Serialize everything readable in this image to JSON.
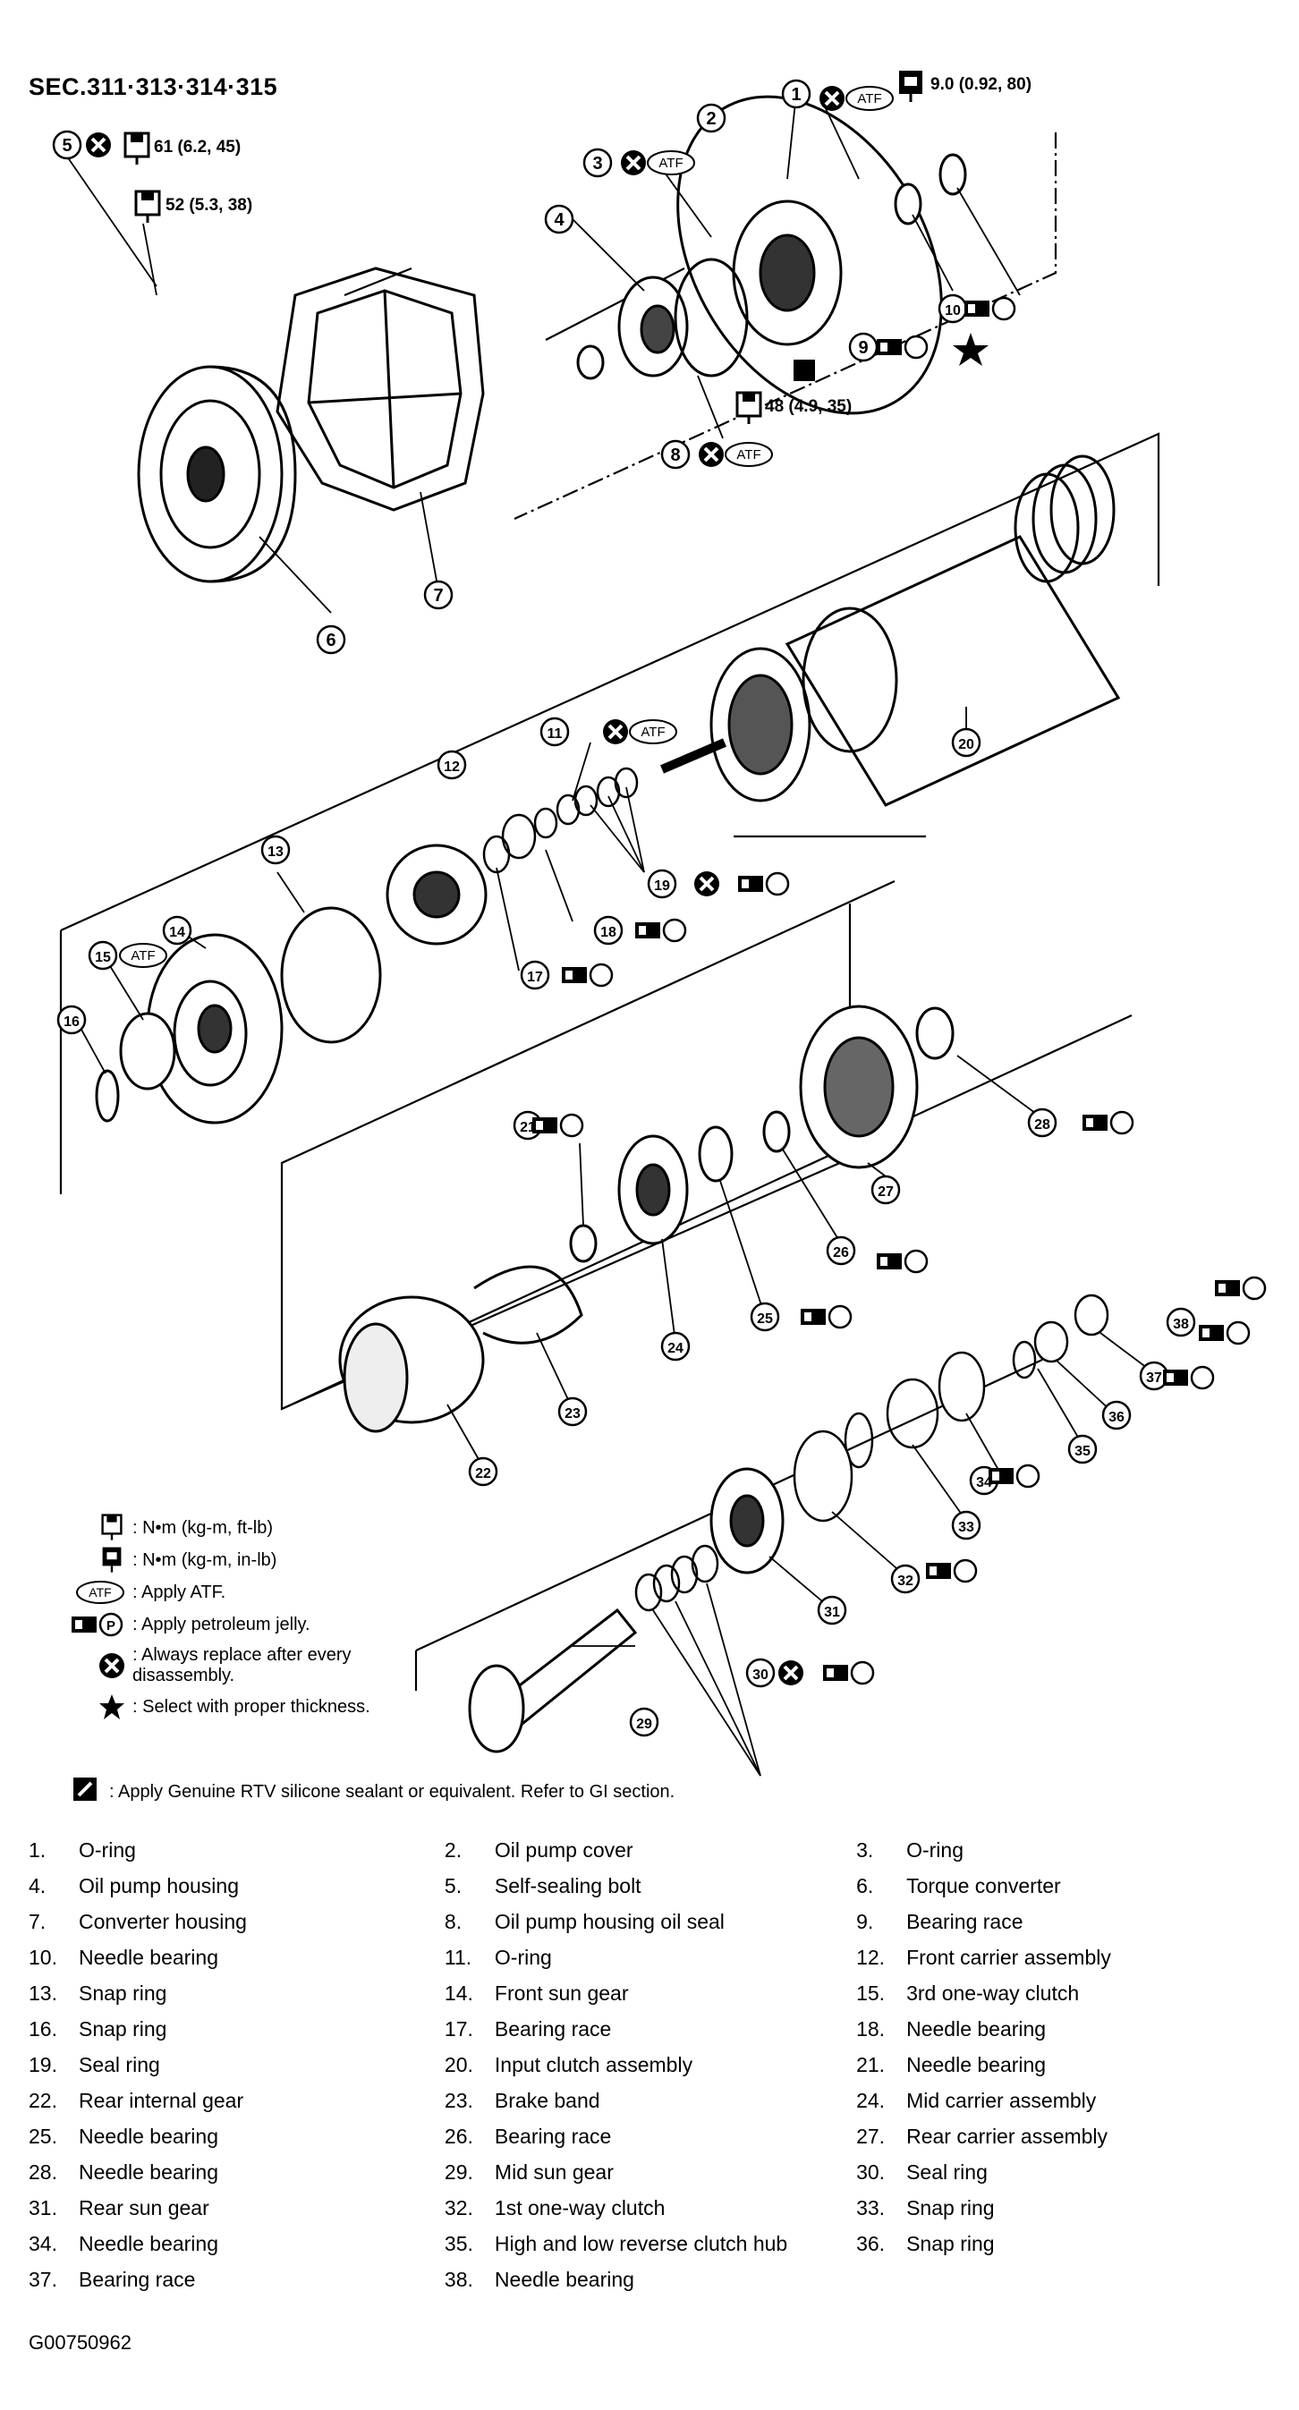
{
  "section_title": "SEC.311·313·314·315",
  "callouts": {
    "c1_torque": "9.0 (0.92, 80)",
    "c5_torque": "61 (6.2, 45)",
    "c52_torque": "52 (5.3, 38)",
    "c48_torque": "48 (4.9, 35)",
    "atf": "ATF",
    "p": "P"
  },
  "callout_numbers": [
    "1",
    "2",
    "3",
    "4",
    "5",
    "6",
    "7",
    "8",
    "9",
    "10",
    "11",
    "12",
    "13",
    "14",
    "15",
    "16",
    "17",
    "18",
    "19",
    "20",
    "21",
    "22",
    "23",
    "24",
    "25",
    "26",
    "27",
    "28",
    "29",
    "30",
    "31",
    "32",
    "33",
    "34",
    "35",
    "36",
    "37",
    "38"
  ],
  "legend": {
    "torque_nm": ": N•m  (kg-m,  ft-lb)",
    "torque_nm_in": ": N•m  (kg-m,  in-lb)",
    "apply_atf": ": Apply ATF.",
    "petroleum": ": Apply petroleum jelly.",
    "replace": ": Always replace after every disassembly.",
    "select": ": Select with proper thickness.",
    "rtv": ": Apply Genuine RTV silicone sealant or equivalent. Refer to GI section."
  },
  "parts": [
    [
      "1.",
      "O-ring",
      "2.",
      "Oil pump cover",
      "3.",
      "O-ring"
    ],
    [
      "4.",
      "Oil pump housing",
      "5.",
      "Self-sealing bolt",
      "6.",
      "Torque converter"
    ],
    [
      "7.",
      "Converter housing",
      "8.",
      "Oil pump housing oil seal",
      "9.",
      "Bearing race"
    ],
    [
      "10.",
      "Needle bearing",
      "11.",
      "O-ring",
      "12.",
      "Front carrier assembly"
    ],
    [
      "13.",
      "Snap ring",
      "14.",
      "Front sun gear",
      "15.",
      "3rd one-way clutch"
    ],
    [
      "16.",
      "Snap ring",
      "17.",
      "Bearing race",
      "18.",
      "Needle bearing"
    ],
    [
      "19.",
      "Seal ring",
      "20.",
      "Input clutch assembly",
      "21.",
      "Needle bearing"
    ],
    [
      "22.",
      "Rear internal gear",
      "23.",
      "Brake band",
      "24.",
      "Mid carrier assembly"
    ],
    [
      "25.",
      "Needle bearing",
      "26.",
      "Bearing race",
      "27.",
      "Rear carrier assembly"
    ],
    [
      "28.",
      "Needle bearing",
      "29.",
      "Mid sun gear",
      "30.",
      "Seal ring"
    ],
    [
      "31.",
      "Rear sun gear",
      "32.",
      "1st one-way clutch",
      "33.",
      "Snap ring"
    ],
    [
      "34.",
      "Needle bearing",
      "35.",
      "High and low reverse clutch hub",
      "36.",
      "Snap ring"
    ],
    [
      "37.",
      "Bearing race",
      "38.",
      "Needle bearing",
      "",
      ""
    ]
  ],
  "figure_code": "G00750962"
}
